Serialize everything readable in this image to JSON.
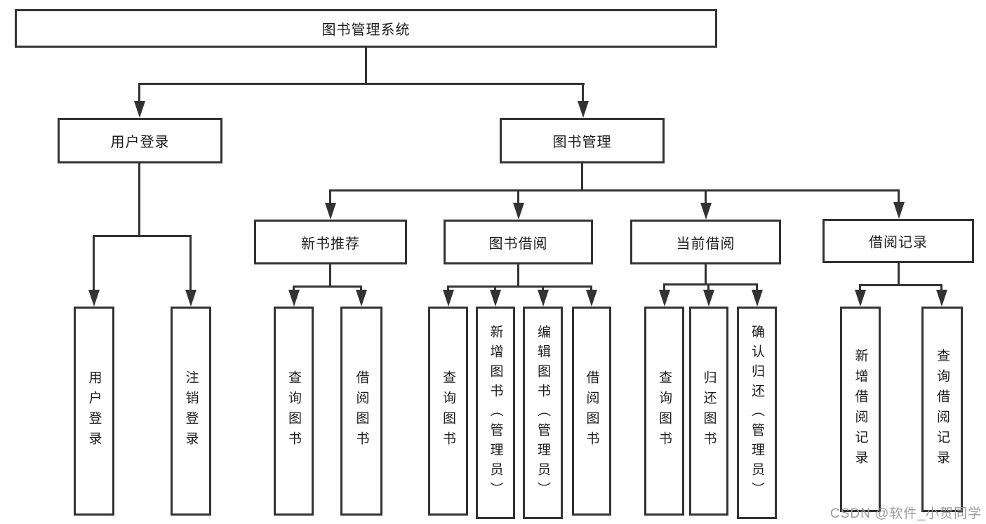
{
  "diagram_title": "图书管理系统",
  "diagram_type": "hierarchy-tree",
  "tree": {
    "label": "图书管理系统",
    "children": [
      {
        "label": "用户登录",
        "children": [
          {
            "label": "用户登录"
          },
          {
            "label": "注销登录"
          }
        ]
      },
      {
        "label": "图书管理",
        "children": [
          {
            "label": "新书推荐",
            "children": [
              {
                "label": "查询图书"
              },
              {
                "label": "借阅图书"
              }
            ]
          },
          {
            "label": "图书借阅",
            "children": [
              {
                "label": "查询图书"
              },
              {
                "label": "新增图书（管理员）"
              },
              {
                "label": "编辑图书（管理员）"
              },
              {
                "label": "借阅图书"
              }
            ]
          },
          {
            "label": "当前借阅",
            "children": [
              {
                "label": "查询图书"
              },
              {
                "label": "归还图书"
              },
              {
                "label": "确认归还（管理员）"
              }
            ]
          },
          {
            "label": "借阅记录",
            "children": [
              {
                "label": "新增借阅记录"
              },
              {
                "label": "查询借阅记录"
              }
            ]
          }
        ]
      }
    ]
  },
  "watermark": {
    "text": "CSDN @软件_小贺同学",
    "color": "#9b9b9b"
  },
  "colors": {
    "background": "#ffffff",
    "box_fill": "#ffffff",
    "box_border": "#333333",
    "line": "#333333",
    "text": "#1c1c1c"
  }
}
